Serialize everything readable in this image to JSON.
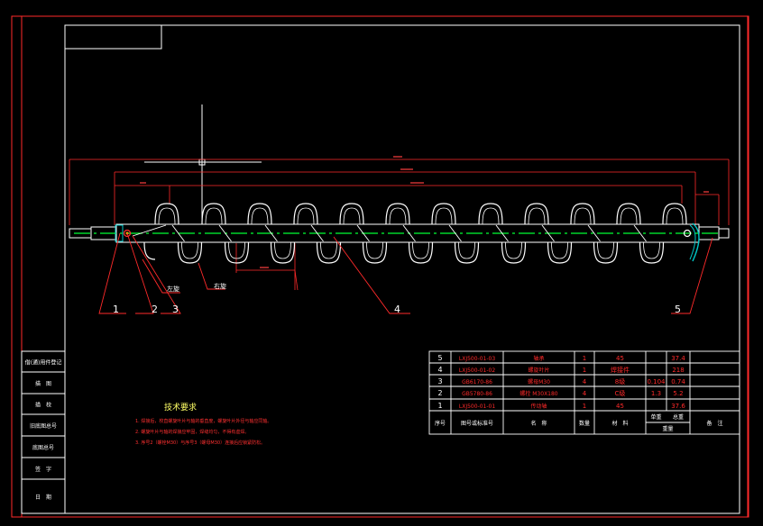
{
  "part_labels": [
    "1",
    "2",
    "3",
    "4",
    "5"
  ],
  "annotations": {
    "left_hand": "左旋",
    "right_hand": "右旋"
  },
  "tech_requirements": {
    "title": "技术要求",
    "items": [
      "1. 焊接后，校直螺旋叶片与轴的垂直度，螺旋叶片外径与轴应同轴。",
      "2. 螺旋叶片与轴的焊接应牢固，焊缝均匀，不得有虚焊。",
      "3. 序号2（螺栓M30）与序号3（螺母M30）连接后应锁紧防松。"
    ]
  },
  "bom": {
    "rows": [
      {
        "no": "5",
        "code": "LXJ500-01-03",
        "name": "轴承",
        "qty": "1",
        "material": "45",
        "unit": "",
        "total": "37.4"
      },
      {
        "no": "4",
        "code": "LXJ500-01-02",
        "name": "螺旋叶片",
        "qty": "1",
        "material": "焊接件",
        "unit": "",
        "total": "218"
      },
      {
        "no": "3",
        "code": "GB6170-86",
        "name": "螺母M30",
        "qty": "4",
        "material": "8级",
        "unit": "0.104",
        "total": "0.74"
      },
      {
        "no": "2",
        "code": "GB5780-86",
        "name": "螺栓 M30X180",
        "qty": "4",
        "material": "C级",
        "unit": "1.3",
        "total": "5.2"
      },
      {
        "no": "1",
        "code": "LXJ500-01-01",
        "name": "传动轴",
        "qty": "1",
        "material": "45",
        "unit": "",
        "total": "37.6"
      }
    ],
    "header": {
      "no": "序号",
      "code": "图号或标准号",
      "name": "名　称",
      "qty": "数量",
      "material": "材　料",
      "unit": "单重",
      "total": "总重",
      "weight_group": "重量",
      "remark": "备　注"
    }
  },
  "side_labels": [
    "借(通)用件登记",
    "描　图",
    "描　校",
    "旧底图总号",
    "底图总号",
    "签　字",
    "日　期"
  ],
  "colors": {
    "frame": "#ff2a2a",
    "border": "#ffffff",
    "shaft": "#00ff33",
    "dimension": "#ff2a2a",
    "flight": "#ffffff",
    "end_cap": "#00c8c8"
  }
}
